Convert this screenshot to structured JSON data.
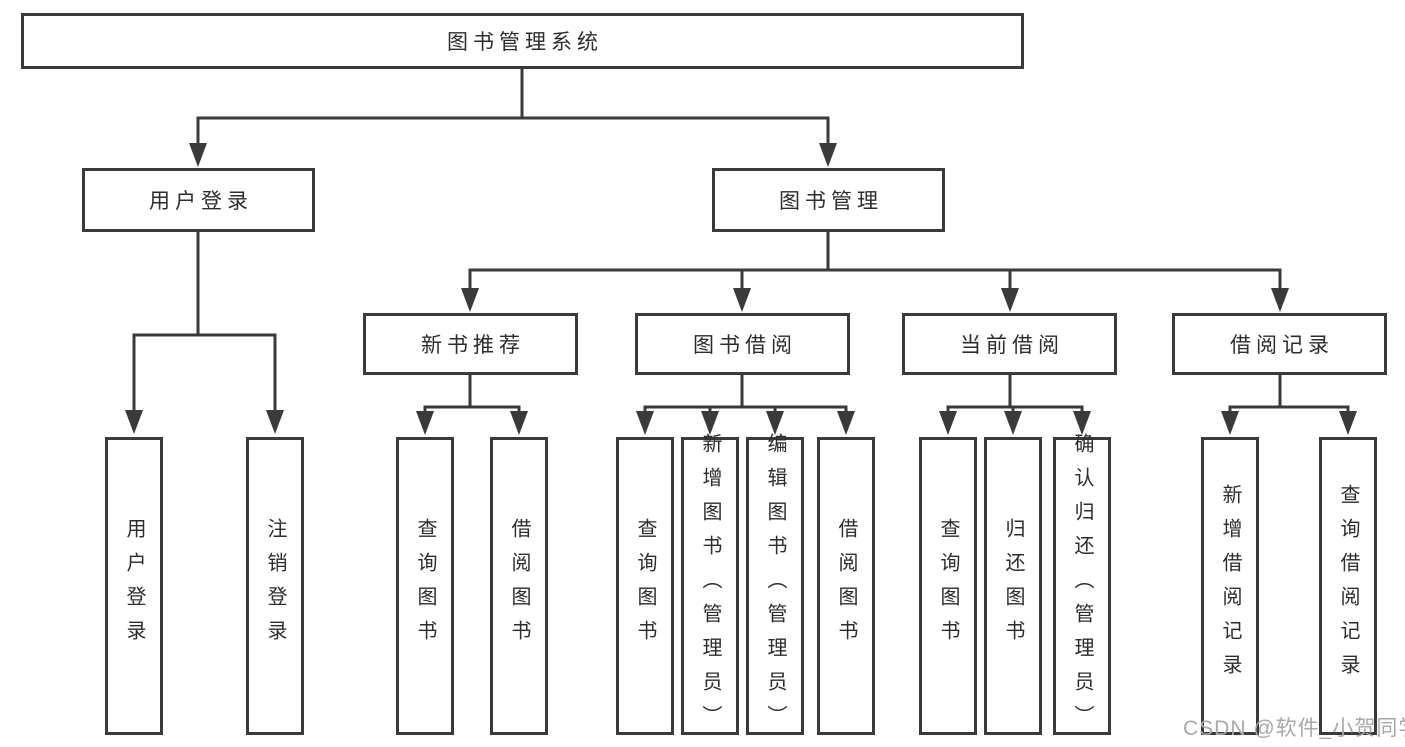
{
  "diagram": {
    "root": {
      "label": "图书管理系统"
    },
    "level2": [
      {
        "label": "用户登录"
      },
      {
        "label": "图书管理"
      }
    ],
    "level3": [
      {
        "label": "新书推荐"
      },
      {
        "label": "图书借阅"
      },
      {
        "label": "当前借阅"
      },
      {
        "label": "借阅记录"
      }
    ],
    "leaves": [
      {
        "label": "用户登录"
      },
      {
        "label": "注销登录"
      },
      {
        "label": "查询图书"
      },
      {
        "label": "借阅图书"
      },
      {
        "label": "查询图书"
      },
      {
        "label": "新增图书（管理员）"
      },
      {
        "label": "编辑图书（管理员）"
      },
      {
        "label": "借阅图书"
      },
      {
        "label": "查询图书"
      },
      {
        "label": "归还图书"
      },
      {
        "label": "确认归还（管理员）"
      },
      {
        "label": "新增借阅记录"
      },
      {
        "label": "查询借阅记录"
      }
    ],
    "edges": [
      {
        "parent": "图书管理系统",
        "children": [
          "用户登录",
          "图书管理"
        ]
      },
      {
        "parent": "用户登录",
        "children": [
          "用户登录",
          "注销登录"
        ]
      },
      {
        "parent": "图书管理",
        "children": [
          "新书推荐",
          "图书借阅",
          "当前借阅",
          "借阅记录"
        ]
      },
      {
        "parent": "新书推荐",
        "children": [
          "查询图书",
          "借阅图书"
        ]
      },
      {
        "parent": "图书借阅",
        "children": [
          "查询图书",
          "新增图书（管理员）",
          "编辑图书（管理员）",
          "借阅图书"
        ]
      },
      {
        "parent": "当前借阅",
        "children": [
          "查询图书",
          "归还图书",
          "确认归还（管理员）"
        ]
      },
      {
        "parent": "借阅记录",
        "children": [
          "新增借阅记录",
          "查询借阅记录"
        ]
      }
    ]
  },
  "watermark": "CSDN @软件_小贺同学",
  "colors": {
    "line": "#3a3a3a",
    "text": "#2d2d2d",
    "box_background": "#ffffff",
    "page_background": "#ffffff",
    "watermark": "#a9a9a9"
  }
}
